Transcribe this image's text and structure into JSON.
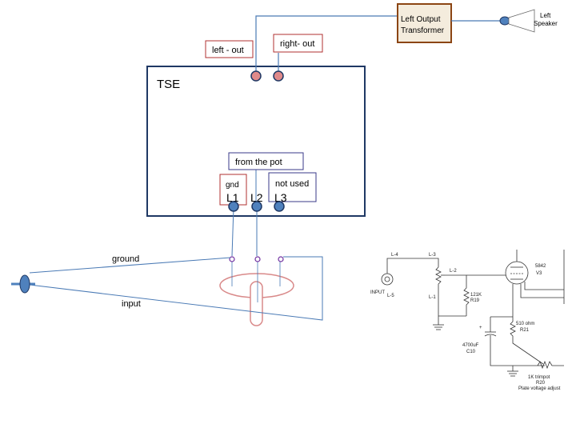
{
  "tse": {
    "title": "TSE"
  },
  "labels": {
    "left_out": "left - out",
    "right_out": "right- out",
    "from_pot": "from the pot",
    "gnd": "gnd",
    "not_used": "not used",
    "l1": "L1",
    "l2": "L2",
    "l3": "L3",
    "ground": "ground",
    "input": "input"
  },
  "transformer": {
    "line1": "Left Output",
    "line2": "Transformer"
  },
  "speaker": {
    "line1": "Left",
    "line2": "Speaker"
  },
  "schematic": {
    "l4": "L-4",
    "l3": "L-3",
    "l2": "L-2",
    "l1": "L-1",
    "l5": "L-5",
    "input": "INPUT",
    "r19a": "121K",
    "r19b": "R19",
    "tube_a": "5842",
    "tube_b": "V3",
    "r21a": "510 ohm",
    "r21b": "R21",
    "c10a": "4700uF",
    "c10b": "C10",
    "plus": "+",
    "r20a": "1K trimpot",
    "r20b": "R20",
    "r20c": "Plate voltage adjust"
  },
  "colors": {
    "box_border": "#1f3864",
    "label_border": "#b03030",
    "label_border_blue": "#3a3a8a",
    "wire": "#4a7ab5",
    "jack_fill": "#4f81bd",
    "red_jack": "#e08a8a",
    "transformer_border": "#8b4513",
    "transformer_fill": "#f4ecdd",
    "pot_drawing": "#d98a8a"
  }
}
